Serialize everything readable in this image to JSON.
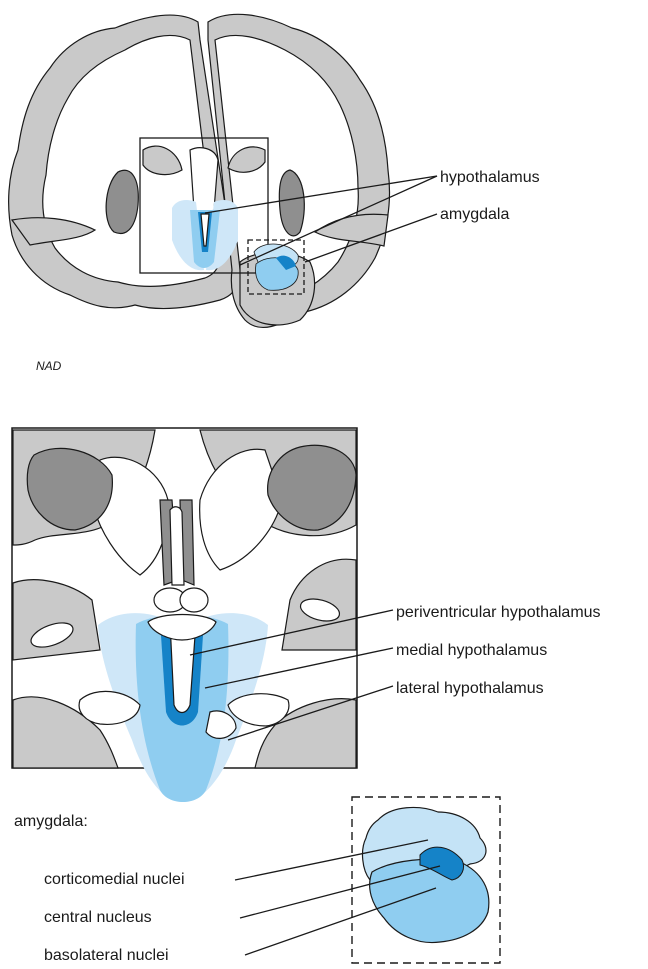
{
  "top_figure": {
    "signature": "NAD",
    "labels": {
      "hypothalamus": "hypothalamus",
      "amygdala": "amygdala"
    }
  },
  "hypothalamus_detail": {
    "labels": {
      "periventricular": "periventricular hypothalamus",
      "medial": "medial hypothalamus",
      "lateral": "lateral hypothalamus"
    }
  },
  "amygdala_detail": {
    "heading": "amygdala:",
    "labels": {
      "corticomedial": "corticomedial nuclei",
      "central": "central nucleus",
      "basolateral": "basolateral nuclei"
    }
  },
  "colors": {
    "lateral_hypothalamus": "#cfe7f8",
    "medial_hypothalamus": "#8fcdf0",
    "periventricular_hypothalamus": "#1583c8",
    "corticomedial_nuclei": "#c4e3f6",
    "central_nucleus": "#1583c8",
    "basolateral_nuclei": "#8fcdf0",
    "cortex_gray": "#c9c9c9",
    "basal_ganglia_dark": "#8f8f8f"
  }
}
